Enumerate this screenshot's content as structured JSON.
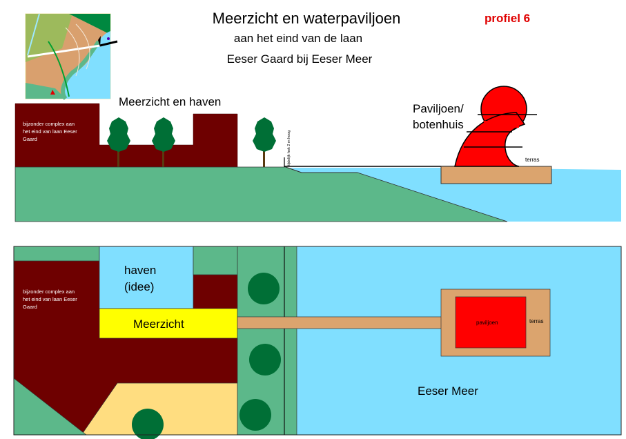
{
  "header": {
    "title": "Meerzicht en waterpaviljoen",
    "subtitle1": "aan het eind van de laan",
    "subtitle2": "Eeser Gaard bij Eeser Meer",
    "profile": "profiel 6"
  },
  "section": {
    "heading": "Meerzicht en  haven",
    "complex_lines": [
      "bijzonder complex aan",
      "het eind van laan Eeser",
      "Gaard"
    ],
    "fence_label": "tijdelijk hek 2 m hoog",
    "pavilion_lines": [
      "Paviljoen/",
      "botenhuis"
    ],
    "terras": "terras"
  },
  "plan": {
    "haven_lines": [
      "haven",
      "(idee)"
    ],
    "meerzicht": "Meerzicht",
    "complex_lines": [
      "bijzonder complex aan",
      "het eind van laan Eeser",
      "Gaard"
    ],
    "paviljoen": "paviljoen",
    "terras": "terras",
    "lake": "Eeser Meer"
  },
  "colors": {
    "building": "#6e0000",
    "grass": "#5cb88a",
    "water": "#80dfff",
    "tree": "#006f36",
    "deck": "#dba46e",
    "pavilion": "#ff0000",
    "highlight": "#ffff00",
    "sand": "#ffdd80",
    "profile_label": "#e00000"
  }
}
